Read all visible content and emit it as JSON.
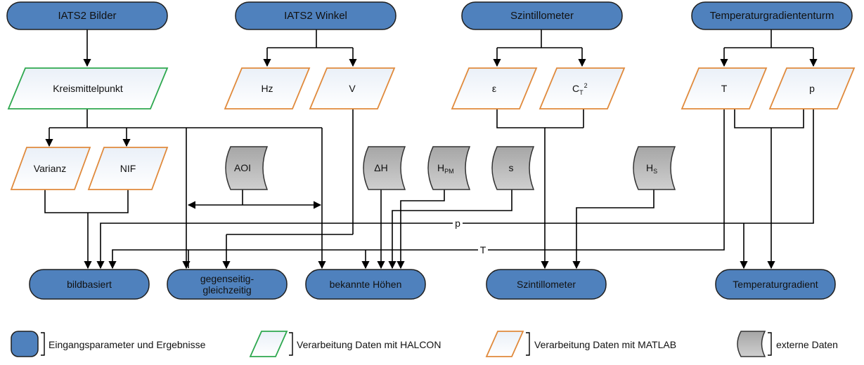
{
  "inputs": {
    "iats2_bilder": "IATS2 Bilder",
    "iats2_winkel": "IATS2 Winkel",
    "szintillometer": "Szintillometer",
    "temperaturgradiententurm": "Temperaturgradiententurm"
  },
  "halcon": {
    "kreismittelpunkt": "Kreismittelpunkt"
  },
  "matlab": {
    "hz": "Hz",
    "v": "V",
    "epsilon": "ε",
    "ct2": {
      "base": "C",
      "sub": "T",
      "sup": "2"
    },
    "t": "T",
    "p": "p",
    "varianz": "Varianz",
    "nif": "NIF"
  },
  "external": {
    "aoi": "AOI",
    "delta_h": "ΔH",
    "h_pm": {
      "base": "H",
      "sub": "PM"
    },
    "s": "s",
    "h_s": {
      "base": "H",
      "sub": "S"
    }
  },
  "line_labels": {
    "p": "p",
    "t": "T"
  },
  "results": {
    "bildbasiert": "bildbasiert",
    "gegenseitig_line1": "gegenseitig-",
    "gegenseitig_line2": "gleichzeitig",
    "bekannte_hoehen": "bekannte Höhen",
    "szintillometer": "Szintillometer",
    "temperaturgradient": "Temperaturgradient"
  },
  "legend": {
    "blue": "Eingangsparameter und Ergebnisse",
    "green": "Verarbeitung Daten mit HALCON",
    "orange": "Verarbeitung Daten mit MATLAB",
    "gray": "externe Daten"
  },
  "colors": {
    "blue_fill": "#4f81bd",
    "blue_stroke": "#1f1f1f",
    "green_stroke": "#2ea84f",
    "orange_stroke": "#e08a3c",
    "gray_fill": "#bfbfbf",
    "line": "#000000"
  }
}
